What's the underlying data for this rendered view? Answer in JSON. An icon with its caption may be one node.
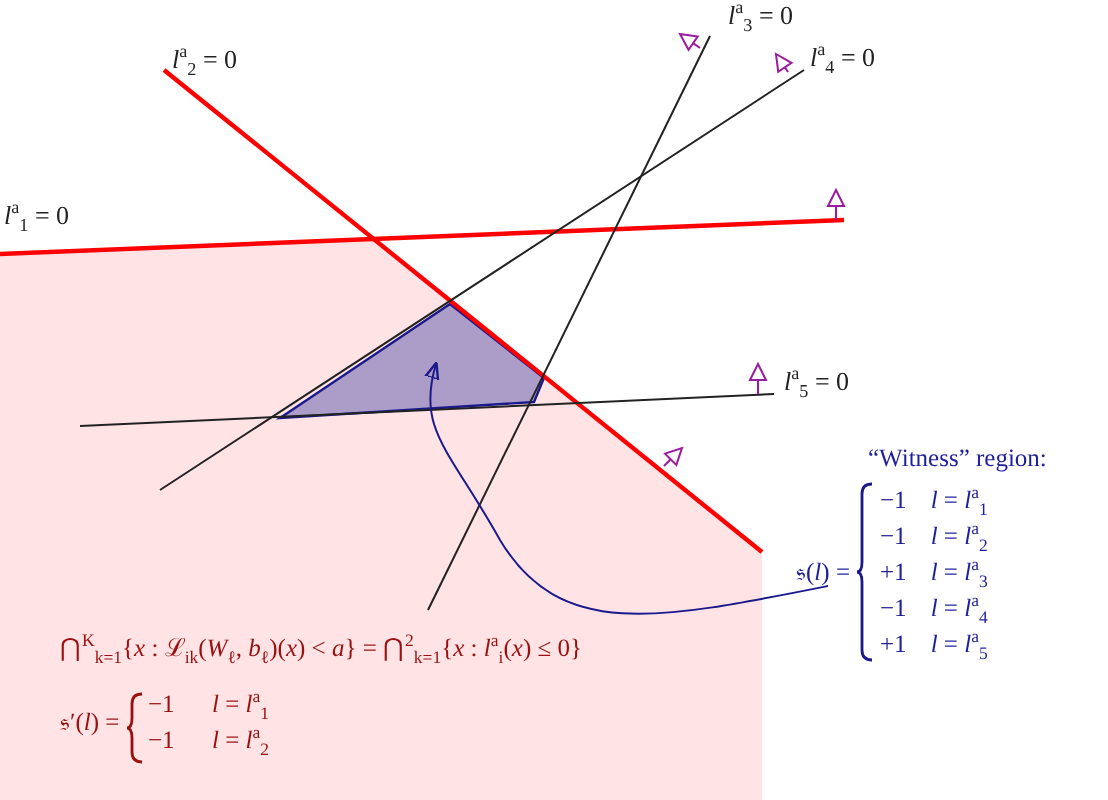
{
  "diagram": {
    "nodes": [
      {
        "text": [
          "“Witness” region:",
          "𝔰(*l*) =",
          "−1",
          "*l* = *l*$^{a}$$_{1}$",
          "−1",
          "*l* = *l*$^{a}$$_{2}$",
          "+1",
          "*l* = *l*$^{a}$$_{3}$",
          "−1",
          "*l* = *l*$^{a}$$_{4}$",
          "+1",
          "*l* = *l*$^{a}$$_{5}$"
        ]
      },
      {
        "text": [],
        "shape": "triangle"
      }
    ],
    "edges": [
      {
        "from": 0,
        "to": 1,
        "arrow": "to"
      }
    ],
    "labels": [
      "*l*$^{a}$$_{1}$ = 0",
      "*l*$^{a}$$_{2}$ = 0",
      "*l*$^{a}$$_{3}$ = 0",
      "*l*$^{a}$$_{4}$ = 0",
      "*l*$^{a}$$_{5}$ = 0",
      "⋂$^{K}$$_{k=1}${*x* : ℒ$_{ik}$(*W*$_{ℓ}$, *b*$_{ℓ}$)(*x*) < *a*} = ⋂$^{2}$$_{k=1}${*x* : *l*$^{a}$$_{i}$(*x*) ≤ 0}",
      "𝔰′(*l*) =",
      "−1",
      "*l* = *l*$^{a}$$_{1}$",
      "−1",
      "*l* = *l*$^{a}$$_{2}$"
    ]
  }
}
